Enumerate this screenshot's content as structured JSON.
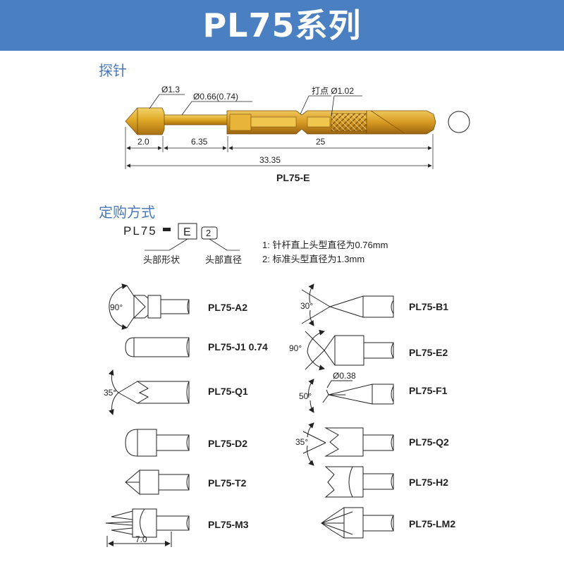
{
  "title": "PL75系列",
  "sections": {
    "probe": "探针",
    "order": "定购方式"
  },
  "probe": {
    "dims_top": {
      "d13": "Ø1.3",
      "d066": "Ø0.66(0.74)",
      "press": "打点 Ø1.02"
    },
    "dims_bottom": {
      "a": "2.0",
      "b": "6.35",
      "c": "25",
      "total": "33.35"
    },
    "model": "PL75-E"
  },
  "order": {
    "prefix": "PL75",
    "code1": "E",
    "code2": "2",
    "label_shape": "头部形状",
    "label_diam": "头部直径",
    "note1": "1: 针杆直上头型直径为0.76mm",
    "note2": "2: 标准头型直径为1.3mm"
  },
  "tips": {
    "left": [
      {
        "name": "PL75-A2",
        "angle": "90°",
        "icon": "cone-tip-icon"
      },
      {
        "name": "PL75-J1 0.74",
        "angle": "",
        "icon": "round-tip-icon"
      },
      {
        "name": "PL75-Q1",
        "angle": "35°",
        "icon": "serrated-tip-icon"
      },
      {
        "name": "PL75-D2",
        "angle": "",
        "icon": "dome-tip-icon"
      },
      {
        "name": "PL75-T2",
        "angle": "",
        "icon": "chisel-tip-icon"
      },
      {
        "name": "PL75-M3",
        "angle": "",
        "icon": "crown-spike-tip-icon",
        "dim": "7.0"
      }
    ],
    "right": [
      {
        "name": "PL75-B1",
        "angle": "30°",
        "icon": "needle-tip-icon"
      },
      {
        "name": "PL75-E2",
        "angle": "90°",
        "icon": "wide-cone-tip-icon"
      },
      {
        "name": "PL75-F1",
        "angle": "50°",
        "icon": "flat-point-tip-icon",
        "dim": "Ø0.38"
      },
      {
        "name": "PL75-Q2",
        "angle": "35°",
        "icon": "crown-tip-icon"
      },
      {
        "name": "PL75-H2",
        "angle": "",
        "icon": "flat-crown-tip-icon"
      },
      {
        "name": "PL75-LM2",
        "angle": "",
        "icon": "star-tip-icon"
      }
    ]
  },
  "colors": {
    "banner": "#4a7fc1",
    "section": "#4a78b8",
    "gold": "#d6a020"
  }
}
